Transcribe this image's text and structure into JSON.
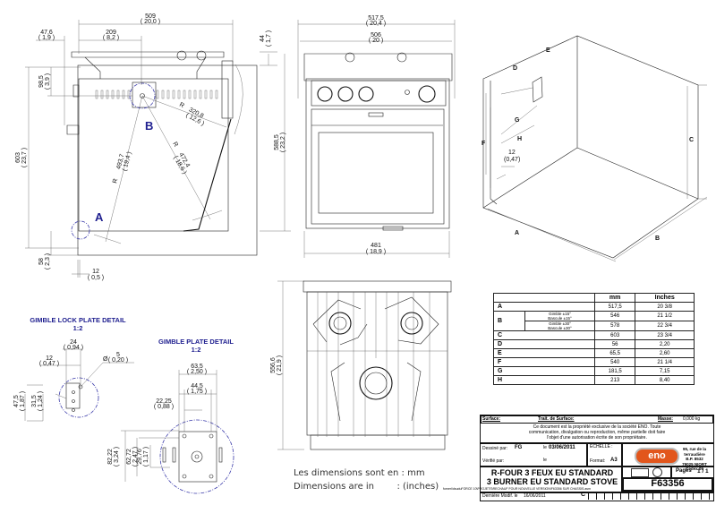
{
  "side_view": {
    "w_total": "509",
    "w_total_in": "( 20,0 )",
    "w_pivot": "209",
    "w_pivot_in": "( 8,2 )",
    "w_handle": "47,6",
    "w_handle_in": "( 1,9 )",
    "h_total": "603",
    "h_total_in": "( 23,7 )",
    "h_pivot": "98,5",
    "h_pivot_in": "( 3,9 )",
    "h_rail": "44",
    "h_rail_in": "( 1,7 )",
    "h_base": "58",
    "h_base_in": "( 2,3 )",
    "w_base": "12",
    "w_base_in": "( 0,5 )",
    "r1": "R",
    "r1_val": "320,8",
    "r1_in": "( 12,6 )",
    "r2": "R",
    "r2_val": "472,4",
    "r2_in": "( 18,6 )",
    "r3": "R",
    "r3_val": "493,7",
    "r3_in": "( 19,4 )",
    "label_a": "A",
    "label_b": "B"
  },
  "front_view": {
    "w_outer": "517,5",
    "w_outer_in": "( 20,4 )",
    "w_mid": "506",
    "w_mid_in": "( 20 )",
    "w_bottom": "481",
    "w_bottom_in": "( 18,9 )",
    "h": "588,5",
    "h_in": "( 23,2 )"
  },
  "top_view": {
    "h": "556,6",
    "h_in": "( 21,9 )"
  },
  "iso_view": {
    "labels": [
      "A",
      "B",
      "C",
      "D",
      "E",
      "F",
      "G",
      "H"
    ],
    "dim": "12",
    "dim_in": "(0,47)"
  },
  "lock_detail": {
    "title": "GIMBLE LOCK PLATE DETAIL",
    "scale": "1:2",
    "w1": "24",
    "w1_in": "( 0,94 )",
    "w2": "12",
    "w2_in": "( 0,47 )",
    "dia_symbol": "Ø",
    "dia": "5",
    "dia_in": "( 0,20 )",
    "h1": "47,5",
    "h1_in": "( 1,87 )",
    "h2": "31,5",
    "h2_in": "( 1,24 )"
  },
  "plate_detail": {
    "title": "GIMBLE PLATE DETAIL",
    "scale": "1:2",
    "w1": "63,5",
    "w1_in": "( 2,50 )",
    "w2": "44,5",
    "w2_in": "( 1,75 )",
    "w3": "22,25",
    "w3_in": "( 0,88 )",
    "h1": "82,22",
    "h1_in": "( 3,24 )",
    "h2": "62,72",
    "h2_in": "( 2,47 )",
    "h3": "29,76",
    "h3_in": "( 1,17 )"
  },
  "notes": {
    "line1": "Les dimensions sont en : mm",
    "line2": "Dimensions are in        : (inches)"
  },
  "dim_table": {
    "headers": [
      "",
      "mm",
      "Inches"
    ],
    "rows": [
      {
        "key": "A",
        "mm": "517,5",
        "in": "20 3/8"
      },
      {
        "key": "B",
        "sub1": "Gimble ±15°",
        "sub1b": "Bascule ±15°",
        "mm1": "546",
        "in1": "21 1/2",
        "sub2": "Gimble ±30°",
        "sub2b": "Bascule ±30°",
        "mm2": "578",
        "in2": "22 3/4"
      },
      {
        "key": "C",
        "mm": "603",
        "in": "23 3/4"
      },
      {
        "key": "D",
        "mm": "56",
        "in": "2,20"
      },
      {
        "key": "E",
        "mm": "65,5",
        "in": "2,60"
      },
      {
        "key": "F",
        "mm": "540",
        "in": "21 1/4"
      },
      {
        "key": "G",
        "mm": "181,5",
        "in": "7,15"
      },
      {
        "key": "H",
        "mm": "213",
        "in": "8,40"
      }
    ]
  },
  "title_block": {
    "surface_label": "Surface:",
    "trait_label": "Trait. de Surface:",
    "masse_label": "Masse:",
    "masse": "0,000 kg",
    "notice": "Ce document est la propriété exclusive de la société ENO. Toute communication, divulgation ou reproduction, même partielle doit faire l'objet d'une autorisation écrite de son propriétaire.",
    "dessine_label": "Dessiné par:",
    "dessine": "FG",
    "le_label": "le",
    "date": "03/06/2011",
    "echelle_label": "ECHELLE :",
    "verifie_label": "Vérifié par:",
    "le2_label": "le",
    "format_label": "Format:",
    "format": "A3",
    "logo": "eno",
    "address1": "95, rue de la terraudière",
    "address2": "B.P. 8532",
    "address3": "79025 NIORT Cedex 09",
    "pages_label": "Pages",
    "pages": "1 / 1",
    "title_fr": "R-FOUR 3 FEUX EU STANDARD",
    "title_en": "3 BURNER EU STANDARD STOVE",
    "ref": "F63356",
    "path": "forneri\\dsuduFORCE 10\\PROJETS\\RECHAUF FOUR NOUVELLE VERSION\\F63356 SUR CHASSIS.asm",
    "last_mod_label": "Dernière Modif. le",
    "last_mod": "16/06/2011",
    "rev": "C"
  }
}
